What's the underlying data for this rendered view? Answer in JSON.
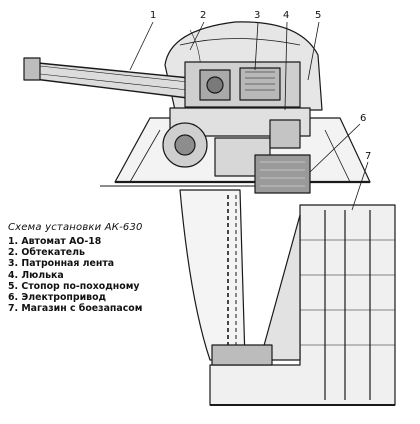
{
  "callouts": [
    "1",
    "2",
    "3",
    "4",
    "5",
    "6",
    "7"
  ],
  "legend": {
    "title": "Схема установки АК-630",
    "items": [
      "1. Автомат АО-18",
      "2. Обтекатель",
      "3. Патронная лента",
      "4. Люлька",
      "5. Стопор по-походному",
      "6. Электропривод",
      "7. Магазин с боезапасом"
    ]
  }
}
